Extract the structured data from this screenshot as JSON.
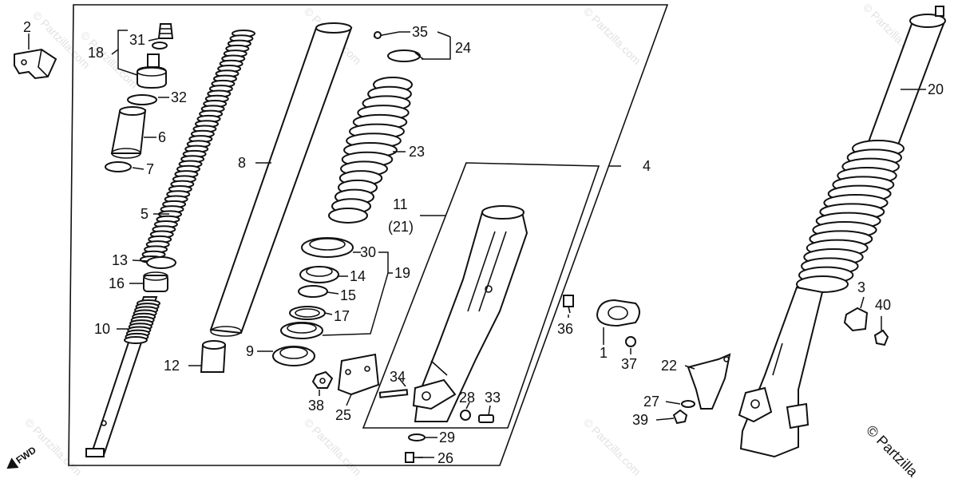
{
  "diagram": {
    "labels": {
      "p1": "1",
      "p2": "2",
      "p3": "3",
      "p4": "4",
      "p5": "5",
      "p6": "6",
      "p7": "7",
      "p8": "8",
      "p9": "9",
      "p10": "10",
      "p11": "11",
      "p11_alt": "(21)",
      "p12": "12",
      "p13": "13",
      "p14": "14",
      "p15": "15",
      "p16": "16",
      "p17": "17",
      "p18": "18",
      "p19": "19",
      "p20": "20",
      "p22": "22",
      "p23": "23",
      "p24": "24",
      "p25": "25",
      "p26": "26",
      "p27": "27",
      "p28": "28",
      "p29": "29",
      "p30": "30",
      "p31": "31",
      "p32": "32",
      "p33": "33",
      "p34": "34",
      "p35": "35",
      "p36": "36",
      "p37": "37",
      "p38": "38",
      "p39": "39",
      "p40": "40"
    },
    "fwd_label": "FWD",
    "copyright": "© Partzilla",
    "watermark": "© Partzilla.com"
  }
}
